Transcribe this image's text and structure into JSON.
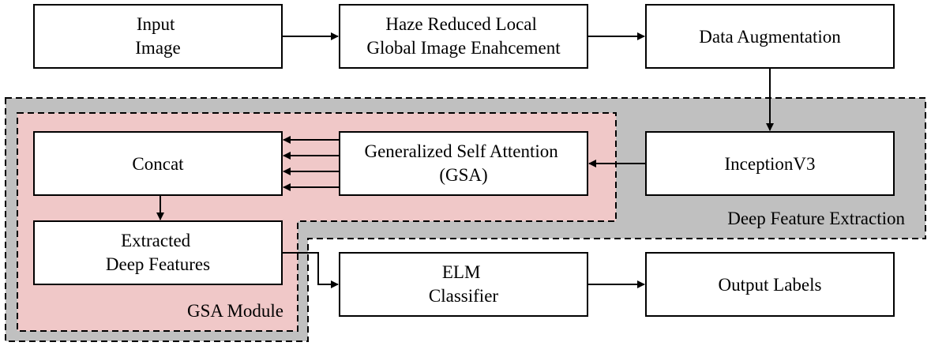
{
  "diagram": {
    "colors": {
      "deep_region_fill": "#c0c0c0",
      "gsa_region_fill": "#f0c8c8",
      "box_fill": "#ffffff",
      "stroke": "#000000"
    },
    "regions": {
      "deep_feature_extraction": "Deep Feature Extraction",
      "gsa_module": "GSA Module"
    },
    "nodes": {
      "input_image": [
        "Input",
        "Image"
      ],
      "haze_enhancement": [
        "Haze Reduced Local",
        "Global Image Enahcement"
      ],
      "data_augmentation": [
        "Data Augmentation"
      ],
      "inceptionv3": [
        "InceptionV3"
      ],
      "gsa": [
        "Generalized Self Attention",
        "(GSA)"
      ],
      "concat": [
        "Concat"
      ],
      "extracted_features": [
        "Extracted",
        "Deep Features"
      ],
      "elm_classifier": [
        "ELM",
        "Classifier"
      ],
      "output_labels": [
        "Output Labels"
      ]
    },
    "edges": [
      {
        "from": "input_image",
        "to": "haze_enhancement"
      },
      {
        "from": "haze_enhancement",
        "to": "data_augmentation"
      },
      {
        "from": "data_augmentation",
        "to": "inceptionv3"
      },
      {
        "from": "inceptionv3",
        "to": "gsa"
      },
      {
        "from": "gsa",
        "to": "concat",
        "count": 4
      },
      {
        "from": "concat",
        "to": "extracted_features"
      },
      {
        "from": "extracted_features",
        "to": "elm_classifier"
      },
      {
        "from": "elm_classifier",
        "to": "output_labels"
      }
    ]
  }
}
